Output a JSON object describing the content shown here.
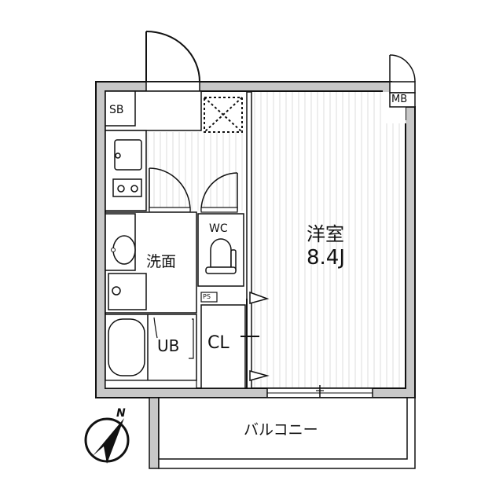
{
  "floorplan": {
    "type": "apartment floor plan (1K)",
    "rooms": {
      "western_room": {
        "name": "洋室",
        "size": "8.4J"
      },
      "washroom": {
        "name": "洗面"
      },
      "toilet": {
        "name": "WC"
      },
      "bath": {
        "name": "UB"
      },
      "closet": {
        "name": "CL"
      },
      "shoe_box": {
        "name": "SB"
      },
      "meter_box": {
        "name": "MB"
      },
      "pipe_space": {
        "name": "PS"
      },
      "balcony": {
        "name": "バルコニー"
      }
    },
    "compass": {
      "label": "N"
    },
    "colors": {
      "wall_fill": "#c8c8c8",
      "line": "#111111",
      "floor_stripe": "#dcdcdc",
      "background": "#ffffff"
    }
  }
}
